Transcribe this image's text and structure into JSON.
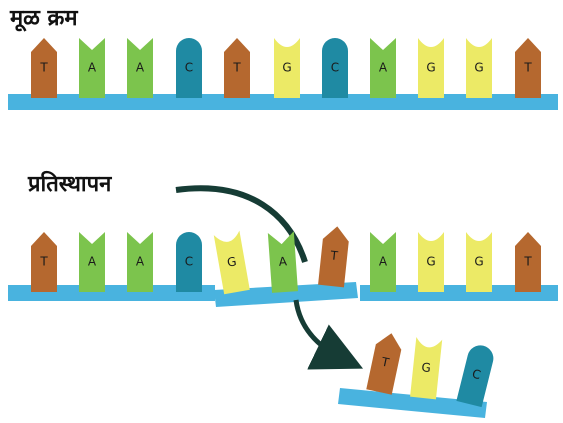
{
  "title": "मूळ क्रम",
  "label": "प्रतिस्थापन",
  "colors": {
    "backbone": "#49b3df",
    "T": "#b5682f",
    "A": "#7cc44d",
    "C": "#1f8aa3",
    "G": "#ecea66",
    "arrow": "#163c35"
  },
  "original_sequence": [
    "T",
    "A",
    "A",
    "C",
    "T",
    "G",
    "C",
    "A",
    "G",
    "G",
    "T"
  ],
  "mutated_sequence": [
    "T",
    "A",
    "A",
    "C",
    "G",
    "A",
    "T",
    "A",
    "G",
    "G",
    "T"
  ],
  "removed_segment": [
    "T",
    "G",
    "C"
  ]
}
